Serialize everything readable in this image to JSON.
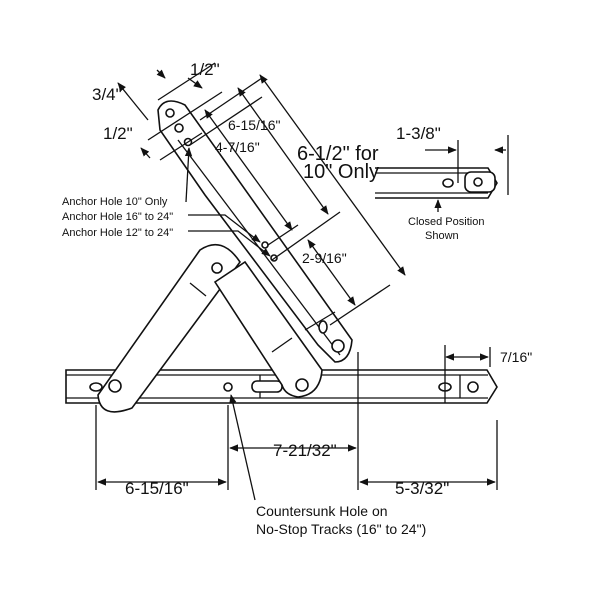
{
  "dimensions": {
    "top_half": "1/2\"",
    "three_quarter": "3/4\"",
    "side_half": "1/2\"",
    "arm_6_15_16": "6-15/16\"",
    "arm_4_7_16": "4-7/16\"",
    "arm_6_1_2_line1": "6-1/2\" for",
    "arm_6_1_2_line2": "10\" Only",
    "arm_2_9_16": "2-9/16\"",
    "closed_1_3_8": "1-3/8\"",
    "track_7_16": "7/16\"",
    "track_7_21_32": "7-21/32\"",
    "track_6_15_16": "6-15/16\"",
    "track_5_3_32": "5-3/32\""
  },
  "callouts": {
    "anchor_10": "Anchor Hole 10\" Only",
    "anchor_16_24": "Anchor Hole 16\" to 24\"",
    "anchor_12_24": "Anchor Hole 12\" to 24\"",
    "closed_line1": "Closed Position",
    "closed_line2": "Shown",
    "countersunk_line1": "Countersunk Hole on",
    "countersunk_line2": "No-Stop Tracks (16\" to 24\")"
  }
}
